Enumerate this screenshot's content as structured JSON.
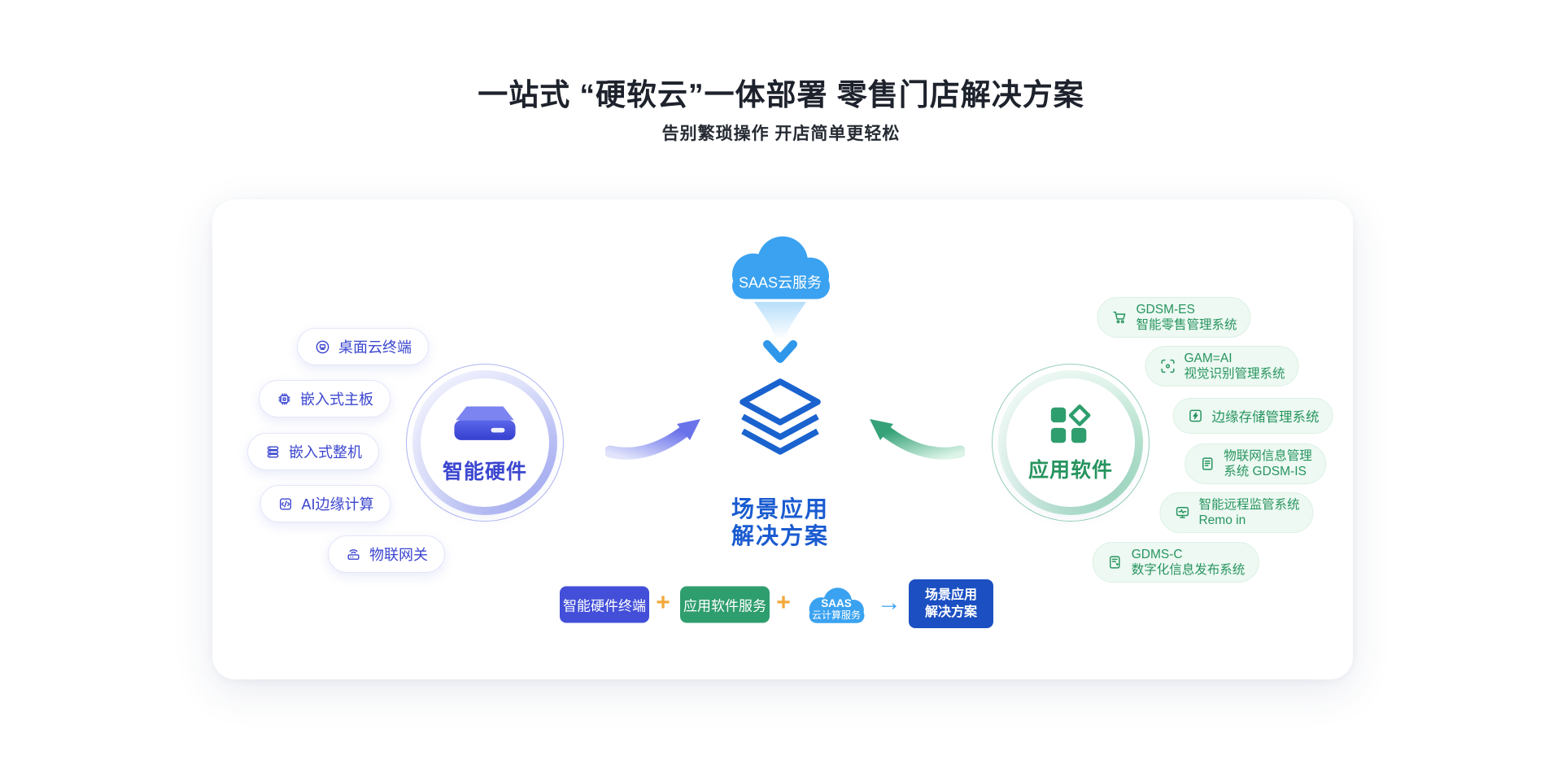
{
  "page": {
    "title": "一站式 “硬软云”一体部署 零售门店解决方案",
    "subtitle": "告别繁琐操作  开店简单更轻松"
  },
  "cloud": {
    "label": "SAAS云服务"
  },
  "center": {
    "line1": "场景应用",
    "line2": "解决方案"
  },
  "hardware": {
    "label": "智能硬件",
    "items": [
      {
        "icon": "desktop-cloud-terminal-icon",
        "label": "桌面云终端"
      },
      {
        "icon": "embedded-board-icon",
        "label": "嵌入式主板"
      },
      {
        "icon": "embedded-machine-icon",
        "label": "嵌入式整机"
      },
      {
        "icon": "ai-edge-computing-icon",
        "label": "AI边缘计算"
      },
      {
        "icon": "iot-gateway-icon",
        "label": "物联网关"
      }
    ]
  },
  "software": {
    "label": "应用软件",
    "items": [
      {
        "icon": "retail-cart-icon",
        "lines": [
          "GDSM-ES",
          "智能零售管理系统"
        ]
      },
      {
        "icon": "vision-recognition-icon",
        "lines": [
          "GAM=AI",
          "视觉识别管理系统"
        ]
      },
      {
        "icon": "edge-storage-icon",
        "lines": [
          "边缘存储管理系统"
        ]
      },
      {
        "icon": "iot-info-icon",
        "lines": [
          "物联网信息管理",
          "系统  GDSM-IS"
        ]
      },
      {
        "icon": "remote-monitor-icon",
        "lines": [
          "智能远程监管系统",
          "Remo in"
        ]
      },
      {
        "icon": "digital-signage-icon",
        "lines": [
          "GDMS-C",
          "数字化信息发布系统"
        ]
      }
    ]
  },
  "formula": {
    "hardware": "智能硬件终端",
    "plus1": "+",
    "software": "应用软件服务",
    "plus2": "+",
    "cloud_line1": "SAAS",
    "cloud_line2": "云计算服务",
    "arrow": "→",
    "result_line1": "场景应用",
    "result_line2": "解决方案"
  },
  "colors": {
    "hardware_blue": "#3b46cf",
    "software_green": "#2f9e6e",
    "cloud_blue": "#3aa2f0",
    "center_blue": "#1a5bd0",
    "result_blue": "#1c50c2",
    "plus_orange": "#f2a93b"
  }
}
